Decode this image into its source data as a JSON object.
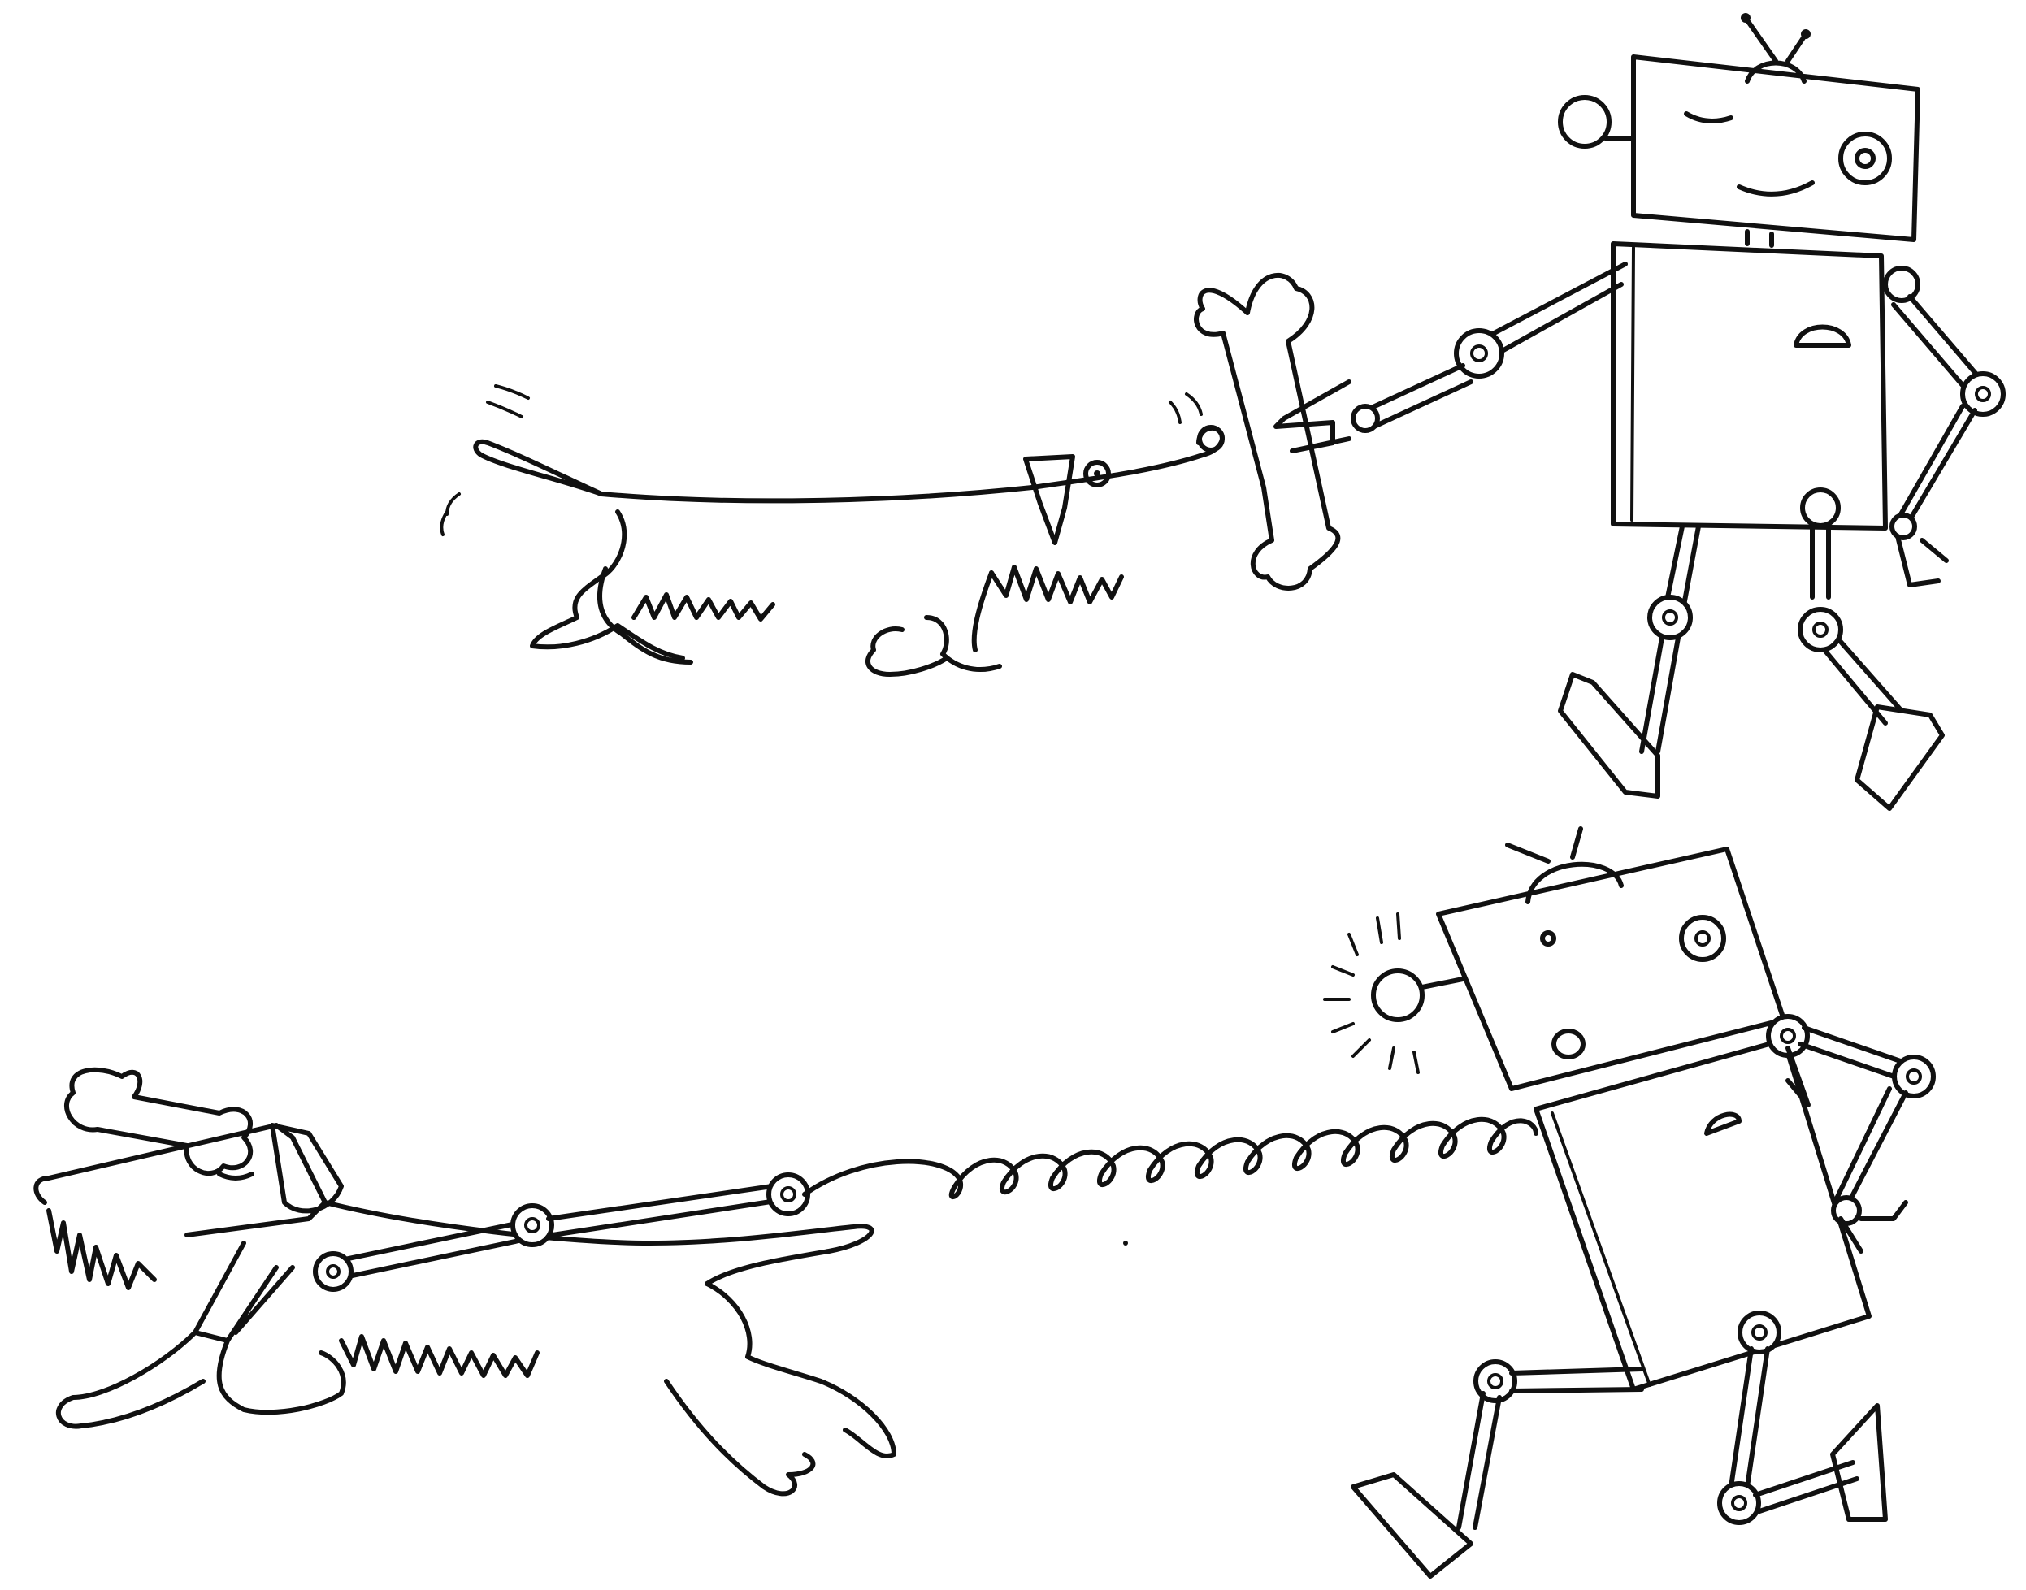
{
  "illustration": {
    "style": "black line drawing on white",
    "ink_color": "#111111",
    "paper_color": "#ffffff",
    "scenes": [
      {
        "name": "top-scene",
        "subjects": [
          "robot",
          "dachshund",
          "bone"
        ]
      },
      {
        "name": "bottom-scene",
        "subjects": [
          "robot",
          "scottish-terrier",
          "bone",
          "coiled-spring-arm"
        ]
      }
    ]
  }
}
